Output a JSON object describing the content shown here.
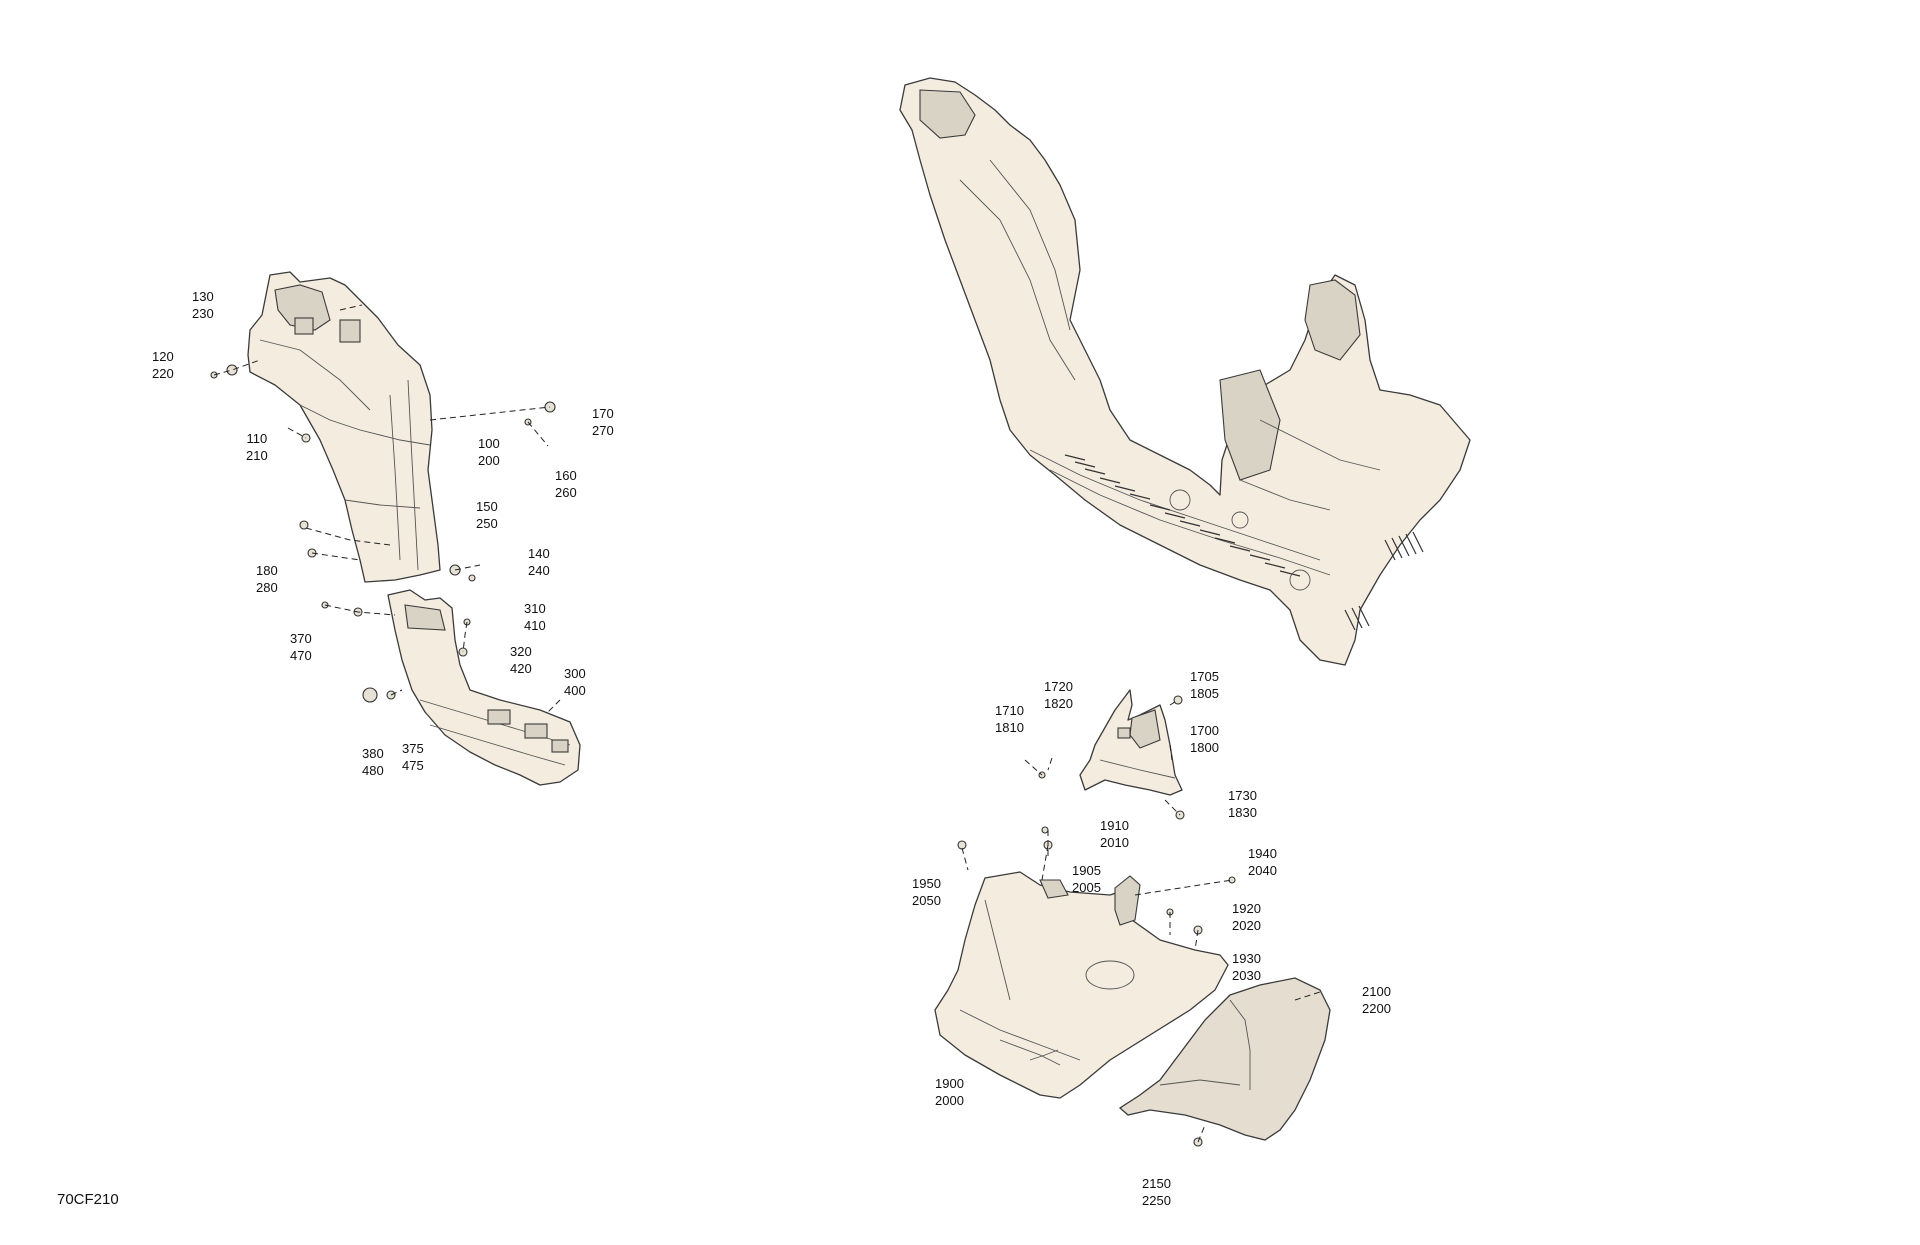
{
  "reference_code": "70CF210",
  "callouts": [
    {
      "id": "c130",
      "top": "130",
      "bottom": "230"
    },
    {
      "id": "c120",
      "top": "120",
      "bottom": "220"
    },
    {
      "id": "c110",
      "top": "110",
      "bottom": "210"
    },
    {
      "id": "c100",
      "top": "100",
      "bottom": "200"
    },
    {
      "id": "c170",
      "top": "170",
      "bottom": "270"
    },
    {
      "id": "c160",
      "top": "160",
      "bottom": "260"
    },
    {
      "id": "c150",
      "top": "150",
      "bottom": "250"
    },
    {
      "id": "c140",
      "top": "140",
      "bottom": "240"
    },
    {
      "id": "c180",
      "top": "180",
      "bottom": "280"
    },
    {
      "id": "c310",
      "top": "310",
      "bottom": "410"
    },
    {
      "id": "c370",
      "top": "370",
      "bottom": "470"
    },
    {
      "id": "c320",
      "top": "320",
      "bottom": "420"
    },
    {
      "id": "c300",
      "top": "300",
      "bottom": "400"
    },
    {
      "id": "c380",
      "top": "380",
      "bottom": "480"
    },
    {
      "id": "c375",
      "top": "375",
      "bottom": "475"
    },
    {
      "id": "c1720",
      "top": "1720",
      "bottom": "1820"
    },
    {
      "id": "c1705",
      "top": "1705",
      "bottom": "1805"
    },
    {
      "id": "c1710",
      "top": "1710",
      "bottom": "1810"
    },
    {
      "id": "c1700",
      "top": "1700",
      "bottom": "1800"
    },
    {
      "id": "c1730",
      "top": "1730",
      "bottom": "1830"
    },
    {
      "id": "c1910",
      "top": "1910",
      "bottom": "2010"
    },
    {
      "id": "c1940",
      "top": "1940",
      "bottom": "2040"
    },
    {
      "id": "c1950",
      "top": "1950",
      "bottom": "2050"
    },
    {
      "id": "c1905",
      "top": "1905",
      "bottom": "2005"
    },
    {
      "id": "c1920",
      "top": "1920",
      "bottom": "2020"
    },
    {
      "id": "c1930",
      "top": "1930",
      "bottom": "2030"
    },
    {
      "id": "c2100",
      "top": "2100",
      "bottom": "2200"
    },
    {
      "id": "c1900",
      "top": "1900",
      "bottom": "2000"
    },
    {
      "id": "c2150",
      "top": "2150",
      "bottom": "2250"
    }
  ]
}
